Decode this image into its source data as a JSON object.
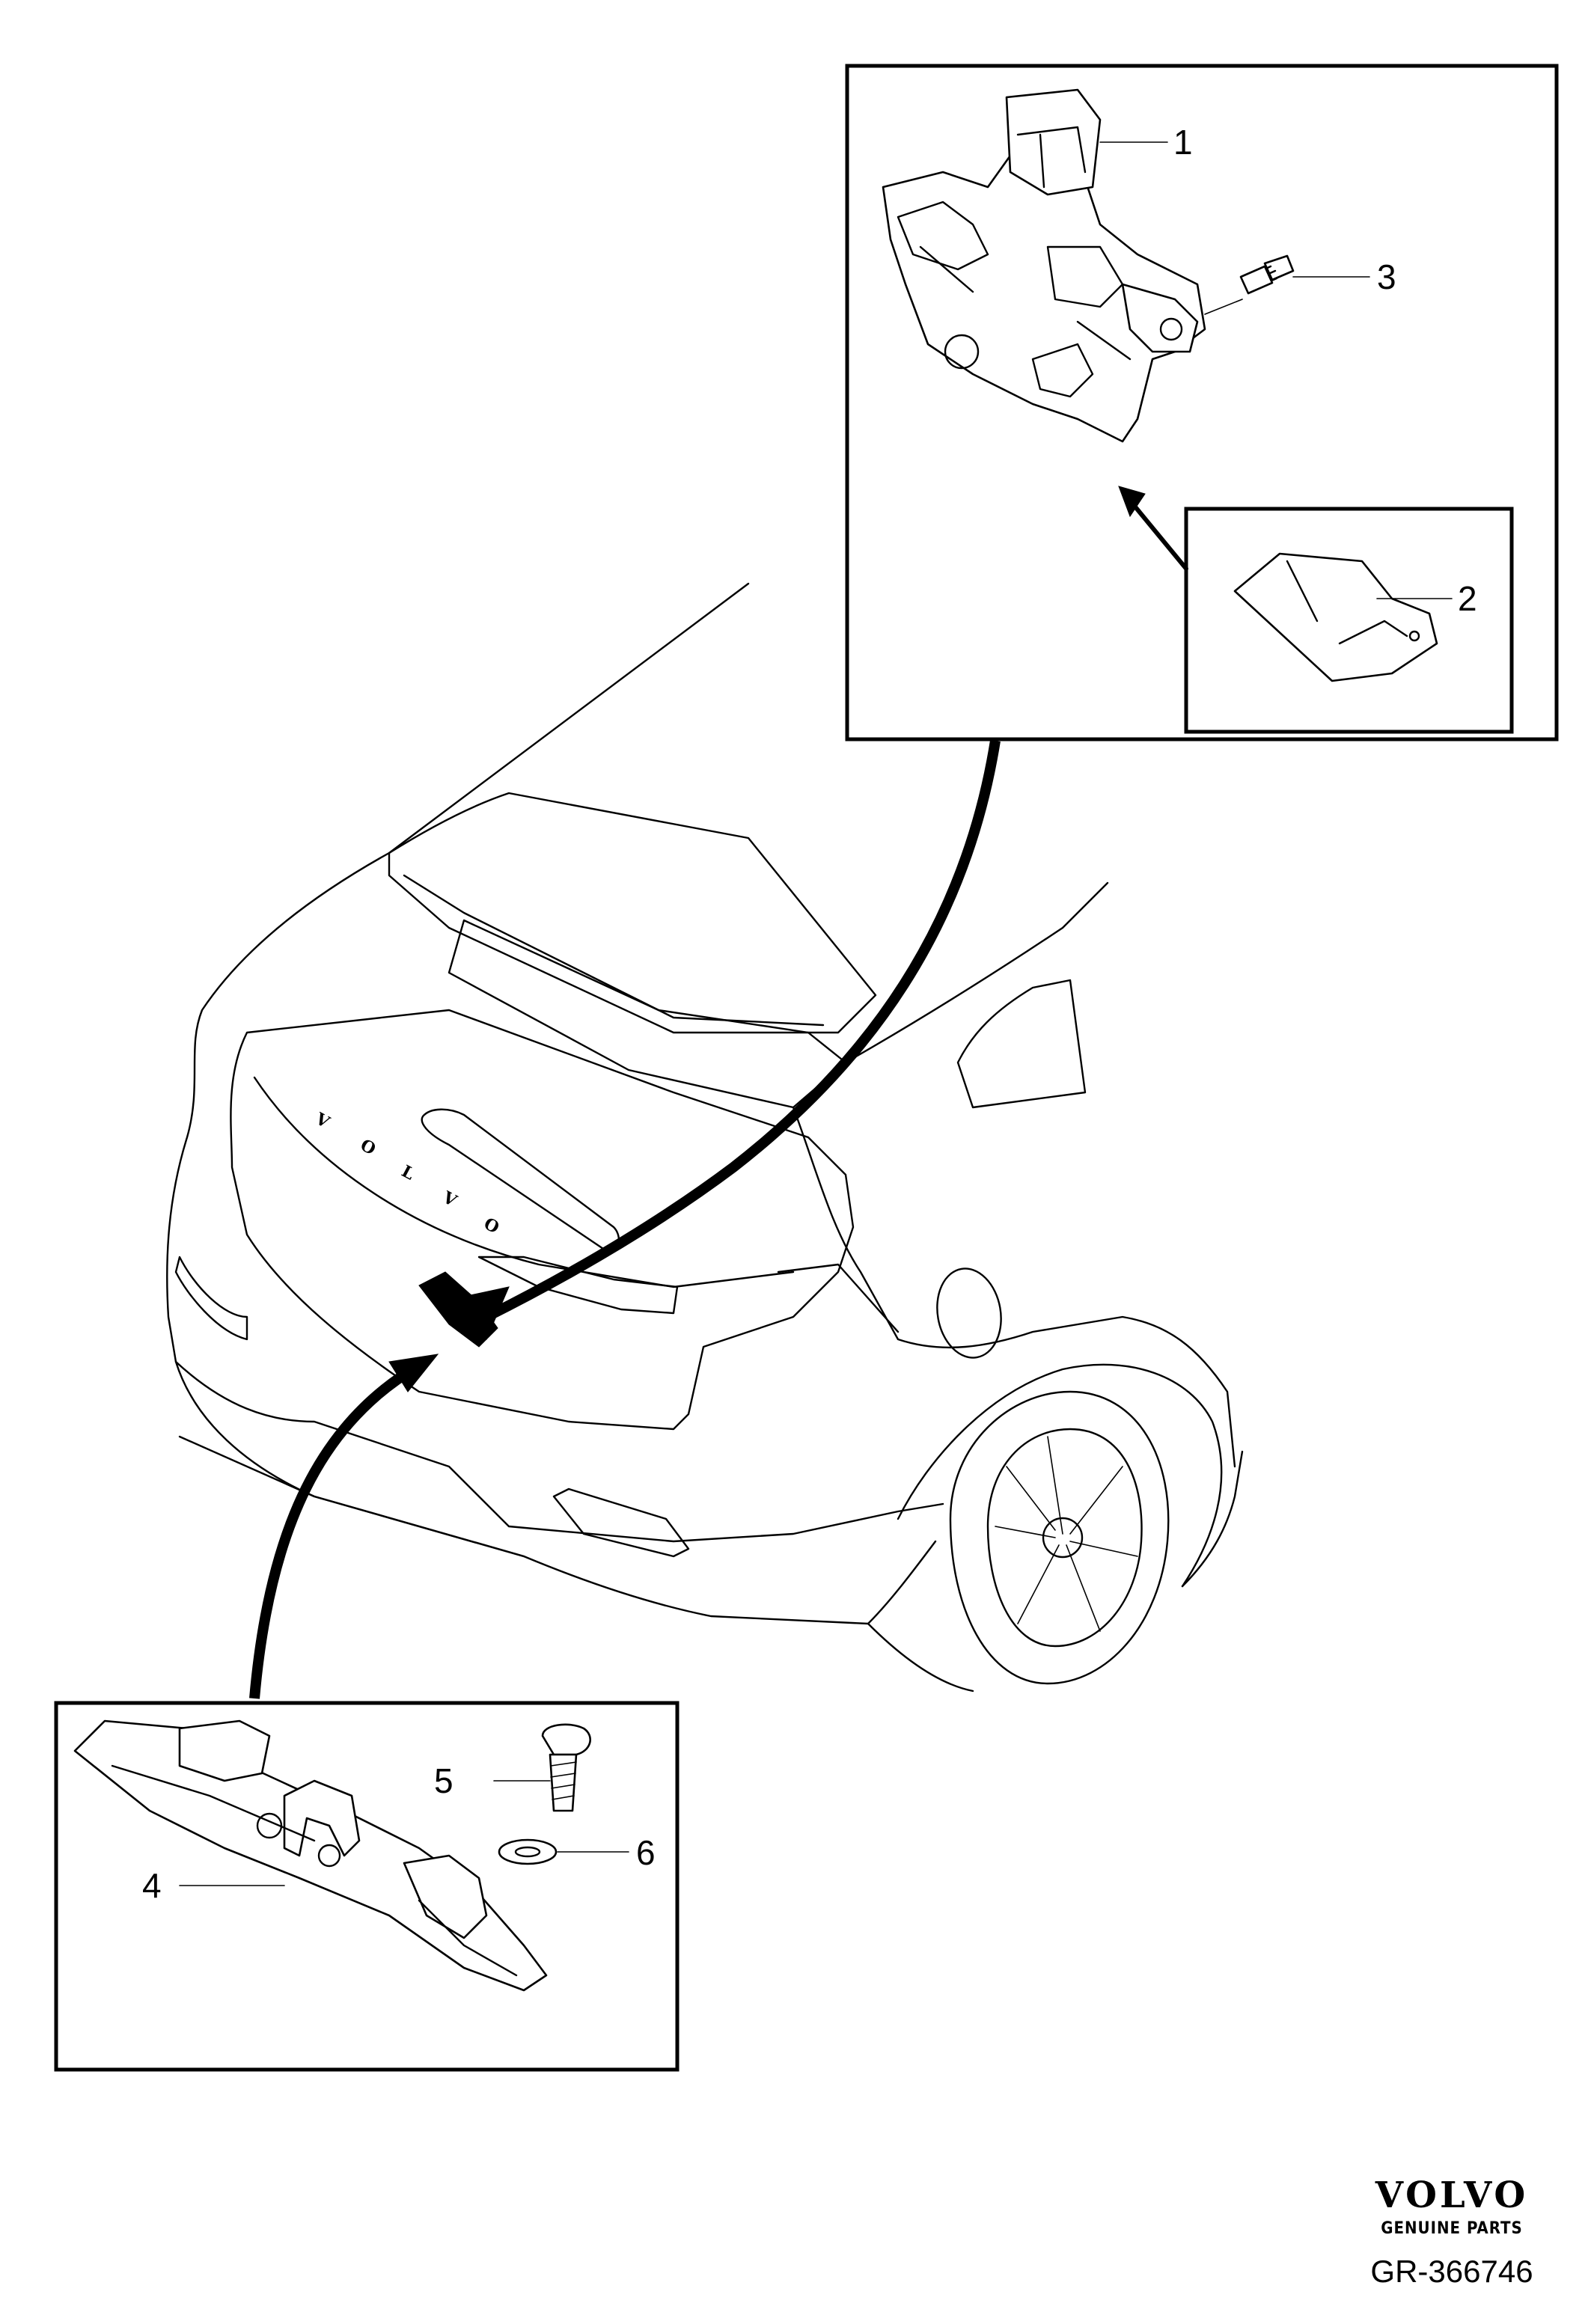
{
  "callouts": {
    "c1": "1",
    "c2": "2",
    "c3": "3",
    "c4": "4",
    "c5": "5",
    "c6": "6"
  },
  "badges": {
    "tailgate_letters": [
      "V",
      "O",
      "L",
      "V",
      "O"
    ]
  },
  "brand": {
    "wordmark": "VOLVO",
    "tagline": "GENUINE PARTS"
  },
  "figure_ref": "GR-366746"
}
